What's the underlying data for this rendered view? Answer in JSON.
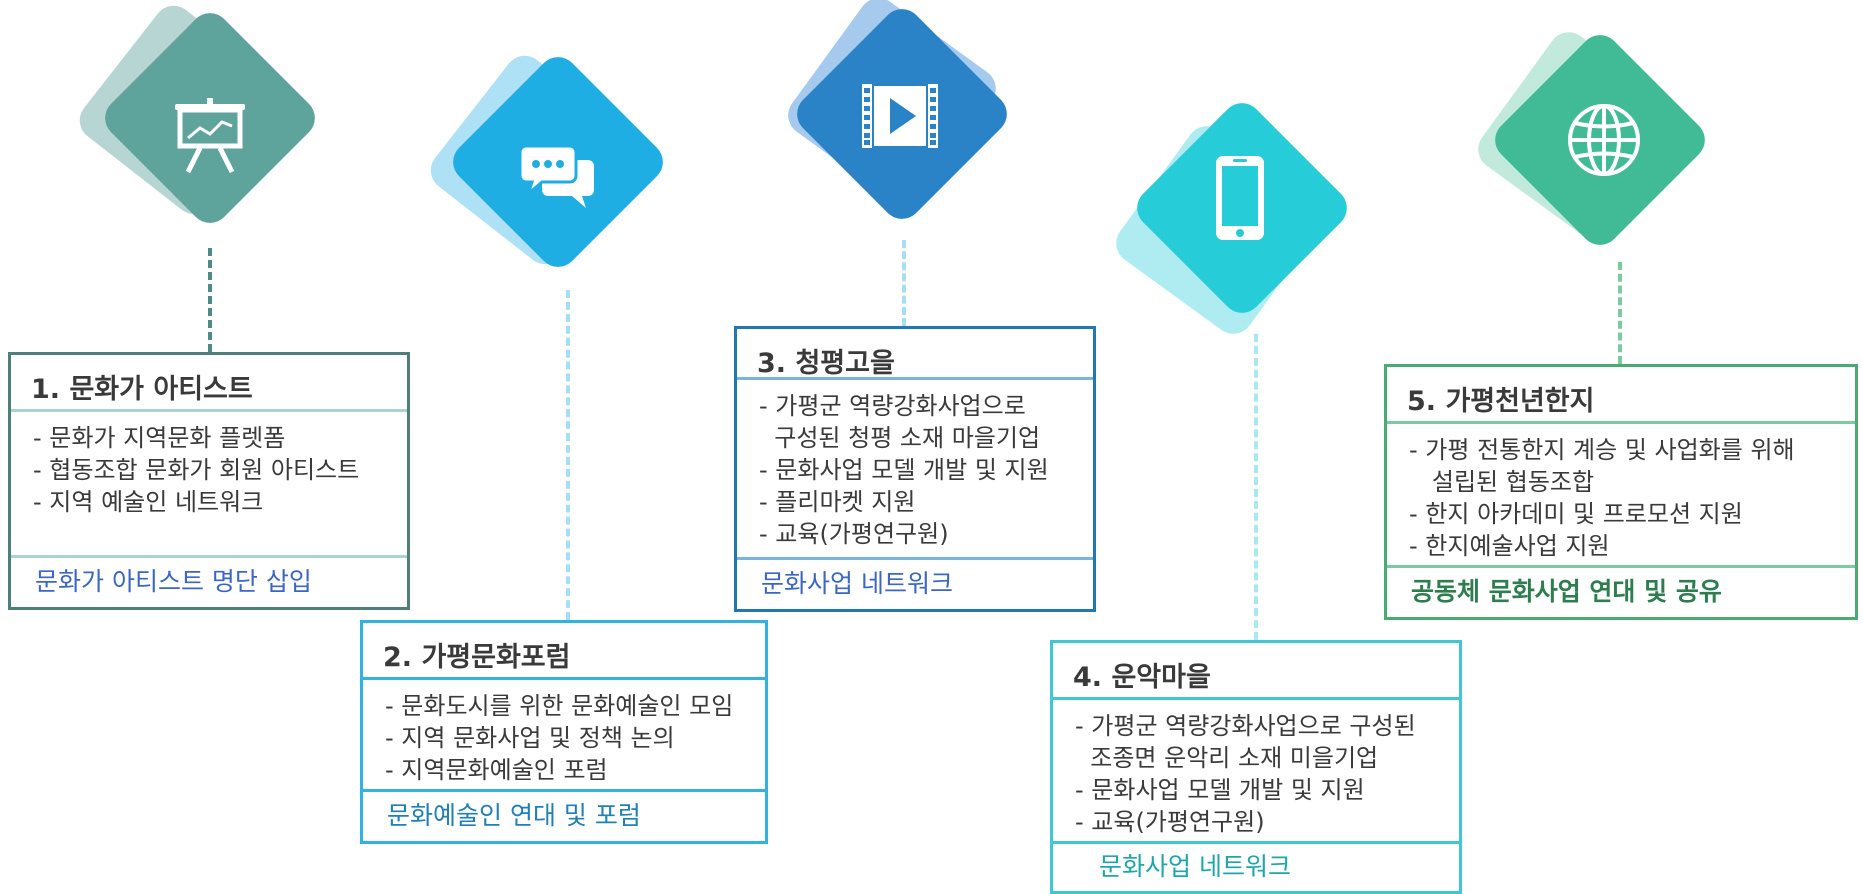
{
  "colors": {
    "c1": "#5fa39d",
    "c2": "#1eaee3",
    "c3": "#2a83c6",
    "c4": "#27ccd9",
    "c5": "#41bb95",
    "border1": "#4e7f7b",
    "border2": "#31b3e1",
    "border3": "#2177b1",
    "border4": "#3ec8d4",
    "border5": "#4aaa72",
    "foot_link": "#3b66c4"
  },
  "items": [
    {
      "icon": "presentation-board-icon",
      "title": "1. 문화가 아티스트",
      "lines": [
        "-  문화가 지역문화 플렛폼",
        "-  협동조합 문화가 회원 아티스트",
        "- 지역 예술인 네트워크"
      ],
      "footer": "문화가 아티스트 명단 삽입"
    },
    {
      "icon": "chat-bubbles-icon",
      "title": "2. 가평문화포럼",
      "lines": [
        "- 문화도시를 위한 문화예술인 모임",
        "- 지역 문화사업 및 정책 논의",
        "- 지역문화예술인 포럼"
      ],
      "footer": "문화예술인 연대 및 포럼"
    },
    {
      "icon": "video-play-icon",
      "title": "3. 청평고을",
      "lines": [
        "- 가평군  역량강화사업으로",
        "  구성된 청평 소재 마을기업",
        "- 문화사업 모델 개발 및 지원",
        "- 플리마켓 지원",
        "- 교육(가평연구원)"
      ],
      "footer": "문화사업 네트워크"
    },
    {
      "icon": "smartphone-icon",
      "title": "4. 운악마을",
      "lines": [
        "- 가평군 역량강화사업으로 구성된",
        "  조종면 운악리 소재 미을기업",
        "- 문화사업 모델 개발 및 지원",
        "- 교육(가평연구원)"
      ],
      "footer": "문화사업 네트워크"
    },
    {
      "icon": "globe-icon",
      "title": "5. 가평천년한지",
      "lines": [
        "- 가평 전통한지 계승 및 사업화를 위해",
        "   설립된 협동조합",
        "- 한지 아카데미 및 프로모션 지원",
        "- 한지예술사업 지원"
      ],
      "footer": "공동체 문화사업 연대 및 공유"
    }
  ]
}
